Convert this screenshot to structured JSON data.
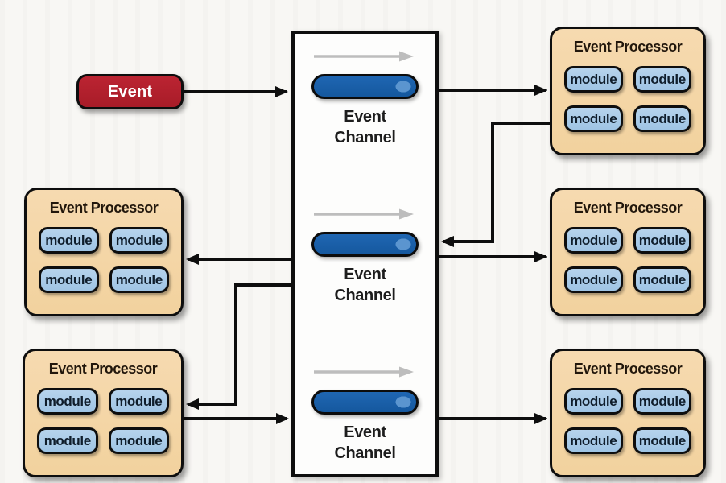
{
  "event": {
    "label": "Event",
    "fill": "#b1212d"
  },
  "channel_box": {
    "channels": [
      {
        "label": "Event Channel"
      },
      {
        "label": "Event Channel"
      },
      {
        "label": "Event Channel"
      }
    ],
    "cylinder_fill": "#1a63af",
    "cylinder_highlight": "#5b95cf"
  },
  "processors": [
    {
      "position": "top-right",
      "title": "Event Processor",
      "modules": [
        "module",
        "module",
        "module",
        "module"
      ]
    },
    {
      "position": "middle-left",
      "title": "Event Processor",
      "modules": [
        "module",
        "module",
        "module",
        "module"
      ]
    },
    {
      "position": "middle-right",
      "title": "Event Processor",
      "modules": [
        "module",
        "module",
        "module",
        "module"
      ]
    },
    {
      "position": "bottom-left",
      "title": "Event Processor",
      "modules": [
        "module",
        "module",
        "module",
        "module"
      ]
    },
    {
      "position": "bottom-right",
      "title": "Event Processor",
      "modules": [
        "module",
        "module",
        "module",
        "module"
      ]
    }
  ],
  "connections": [
    {
      "from": "event",
      "to": "channel-1"
    },
    {
      "from": "channel-1",
      "to": "processor-top-right"
    },
    {
      "from": "processor-top-right",
      "to": "channel-2"
    },
    {
      "from": "channel-2",
      "to": "processor-middle-left"
    },
    {
      "from": "channel-2",
      "to": "processor-middle-right"
    },
    {
      "from": "channel-2",
      "to": "processor-bottom-left"
    },
    {
      "from": "processor-bottom-left",
      "to": "channel-3"
    },
    {
      "from": "channel-3",
      "to": "processor-bottom-right"
    }
  ],
  "icons": {
    "flow_direction": "right-arrow"
  },
  "colors": {
    "background": "#f8f7f4",
    "connector": "#0e0e0e",
    "flow_arrow": "#bdbdbd",
    "event_fill": "#b1212d",
    "processor_fill": "#f5d7a6",
    "module_fill": "#abcce9",
    "channel_box_fill": "#fdfdfc"
  }
}
